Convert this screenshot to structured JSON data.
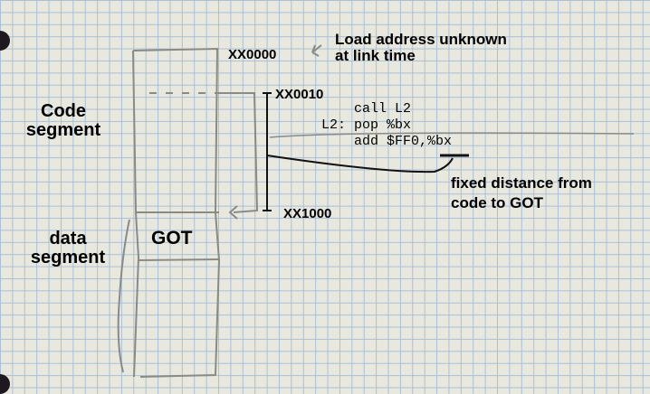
{
  "labels": {
    "load_note_line1": "Load address unknown",
    "load_note_line2": "at link time",
    "addr_start": "XX0000",
    "addr_call": "XX0010",
    "addr_got": "XX1000",
    "code_segment_line1": "Code",
    "code_segment_line2": "segment",
    "data_segment_line1": "data",
    "data_segment_line2": "segment",
    "got": "GOT",
    "fixed_note_line1": "fixed distance from",
    "fixed_note_line2": "code to GOT"
  },
  "code": {
    "line1": "    call L2",
    "line2": "L2: pop %bx",
    "line3": "    add $FF0,%bx"
  },
  "colors": {
    "pencil": "#8a8a86",
    "ink": "#000000",
    "paper": "#e9e8df"
  }
}
